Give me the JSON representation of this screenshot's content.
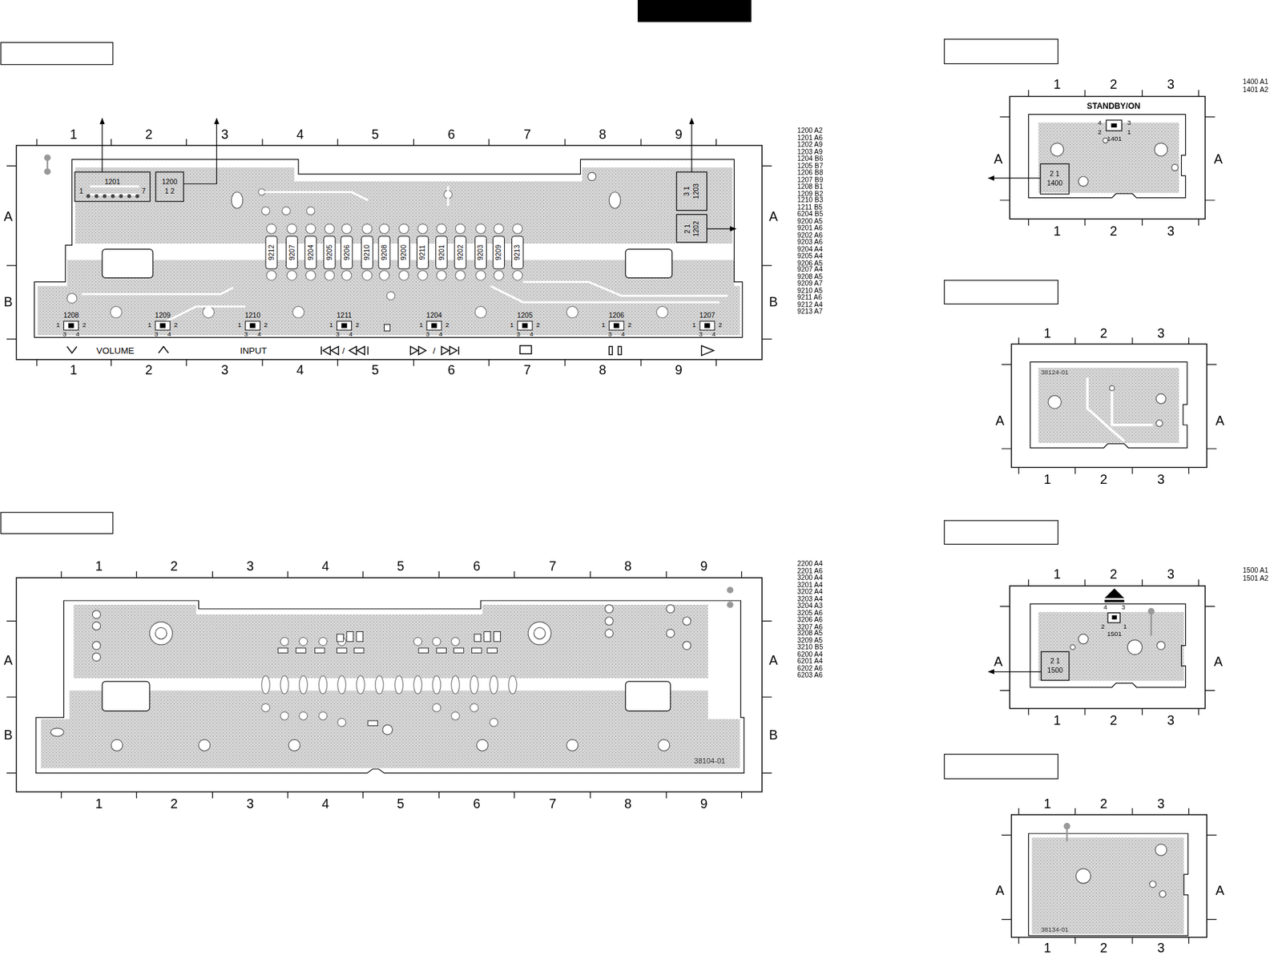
{
  "diagram": {
    "nodes": [
      {
        "text": [
          "1201",
          "1",
          "7"
        ]
      },
      {
        "text": [
          "1200",
          "1 2"
        ]
      },
      {
        "text": [
          "3 1",
          "1203"
        ]
      },
      {
        "text": [
          "2 1",
          "1202"
        ]
      },
      {
        "text": [
          "2 1",
          "1400"
        ]
      },
      {
        "text": [
          "2 1",
          "1500"
        ]
      }
    ],
    "labels": [
      "1",
      "2",
      "3",
      "4",
      "5",
      "6",
      "7",
      "8",
      "9",
      "1",
      "2",
      "3",
      "4",
      "5",
      "6",
      "7",
      "8",
      "9",
      "A",
      "A",
      "B",
      "B",
      "9212",
      "9207",
      "9204",
      "9205",
      "9206",
      "9210",
      "9208",
      "9200",
      "9211",
      "9201",
      "9202",
      "9203",
      "9209",
      "9213",
      "1208",
      "1",
      "2",
      "3",
      "4",
      "1209",
      "1",
      "2",
      "3",
      "4",
      "1210",
      "1",
      "2",
      "3",
      "4",
      "1211",
      "1",
      "2",
      "3",
      "4",
      "1204",
      "1",
      "2",
      "3",
      "4",
      "1205",
      "1",
      "2",
      "3",
      "4",
      "1206",
      "1",
      "2",
      "3",
      "4",
      "1207",
      "1",
      "2",
      "3",
      "4",
      "VOLUME",
      "INPUT",
      "/",
      "/",
      "1200 A2",
      "1201 A6",
      "1202 A9",
      "1203 A9",
      "1204 B6",
      "1205 B7",
      "1206 B8",
      "1207 B9",
      "1208 B1",
      "1209 B2",
      "1210 B3",
      "1211 B5",
      "6204 B5",
      "9200 A5",
      "9201 A6",
      "9202 A6",
      "9203 A6",
      "9204 A4",
      "9205 A4",
      "9206 A5",
      "9207 A4",
      "9208 A5",
      "9209 A7",
      "9210 A5",
      "9211 A6",
      "9212 A4",
      "9213 A7",
      "1",
      "2",
      "3",
      "4",
      "5",
      "6",
      "7",
      "8",
      "9",
      "1",
      "2",
      "3",
      "4",
      "5",
      "6",
      "7",
      "8",
      "9",
      "A",
      "A",
      "B",
      "B",
      "38104-01",
      "2200 A4",
      "2201 A6",
      "3200 A4",
      "3201 A4",
      "3202 A4",
      "3203 A4",
      "3204 A3",
      "3205 A6",
      "3206 A6",
      "3207 A6",
      "3208 A5",
      "3209 A5",
      "3210 B5",
      "6200 A4",
      "6201 A4",
      "6202 A6",
      "6203 A6",
      "1",
      "2",
      "3",
      "1",
      "2",
      "3",
      "A",
      "A",
      "STANDBY/ON",
      "4",
      "3",
      "2",
      "1",
      "1401",
      "1400 A1",
      "1401 A2",
      "1",
      "2",
      "3",
      "1",
      "2",
      "3",
      "A",
      "A",
      "38124-01",
      "1",
      "2",
      "3",
      "1",
      "2",
      "3",
      "A",
      "A",
      "4",
      "3",
      "2",
      "1",
      "1501",
      "1500 A1",
      "1501 A2",
      "1",
      "2",
      "3",
      "1",
      "2",
      "3",
      "A",
      "A",
      "38134-01"
    ]
  }
}
